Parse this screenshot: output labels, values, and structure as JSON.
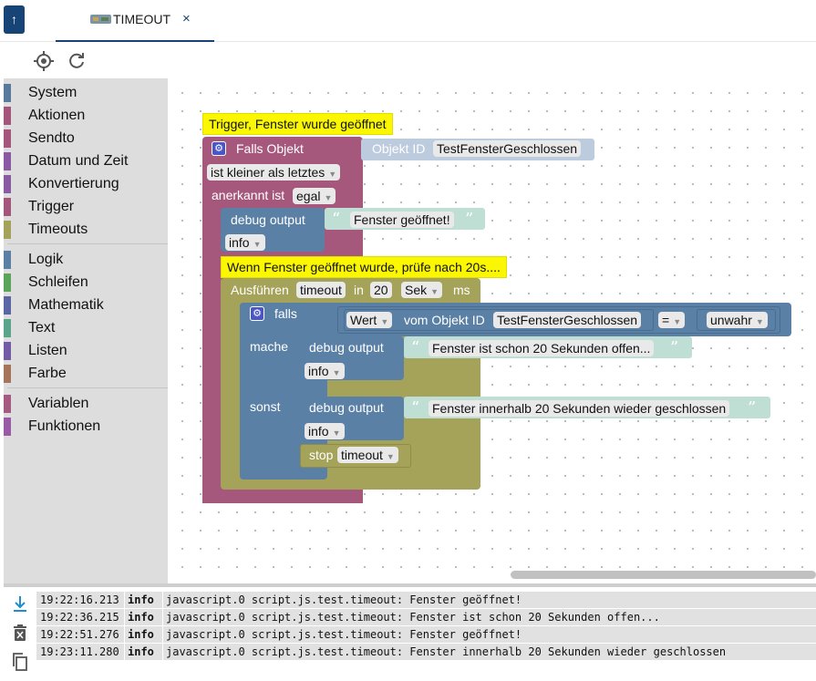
{
  "tab": {
    "title": "TIMEOUT",
    "close": "×",
    "back_icon": "arrow-up-icon"
  },
  "toolbar": {
    "target_icon": "crosshair-icon",
    "refresh_icon": "refresh-icon"
  },
  "categories": [
    {
      "label": "System",
      "color": "#5a7a9c"
    },
    {
      "label": "Aktionen",
      "color": "#a5577b"
    },
    {
      "label": "Sendto",
      "color": "#a5577b"
    },
    {
      "label": "Datum und Zeit",
      "color": "#8a5aa5"
    },
    {
      "label": "Konvertierung",
      "color": "#8a5aa5"
    },
    {
      "label": "Trigger",
      "color": "#a5577b"
    },
    {
      "label": "Timeouts",
      "color": "#a5a25a"
    },
    {
      "label": "Logik",
      "color": "#5b80a5"
    },
    {
      "label": "Schleifen",
      "color": "#5ba55b"
    },
    {
      "label": "Mathematik",
      "color": "#5b67a5"
    },
    {
      "label": "Text",
      "color": "#5ba58c"
    },
    {
      "label": "Listen",
      "color": "#745ba5"
    },
    {
      "label": "Farbe",
      "color": "#a5745b"
    },
    {
      "label": "Variablen",
      "color": "#a55b80"
    },
    {
      "label": "Funktionen",
      "color": "#995ba5"
    }
  ],
  "blocks": {
    "comment_trigger": "Trigger, Fenster wurde geöffnet",
    "falls_objekt": "Falls Objekt",
    "objekt_id_label": "Objekt ID",
    "objekt_id_value": "TestFensterGeschlossen",
    "condition": "ist kleiner als letztes",
    "anerkannt_label": "anerkannt ist",
    "anerkannt_value": "egal",
    "debug_output": "debug output",
    "msg_opened": "Fenster geöffnet!",
    "info": "info",
    "comment_timeout": "Wenn Fenster geöffnet wurde, prüfe nach 20s....",
    "ausfuehren": "Ausführen",
    "timeout_name": "timeout",
    "in": "in",
    "timeout_value": "20",
    "timeout_unit": "Sek",
    "ms": "ms",
    "falls": "falls",
    "wert": "Wert",
    "vom_objekt_id": "vom Objekt ID",
    "compare_op": "=",
    "compare_value": "unwahr",
    "mache": "mache",
    "msg_still_open": "Fenster ist schon 20 Sekunden offen...",
    "sonst": "sonst",
    "msg_closed": "Fenster innerhalb 20 Sekunden wieder geschlossen",
    "stop": "stop",
    "quote_open": "“",
    "quote_close": "”"
  },
  "log": [
    {
      "time": "19:22:16.213",
      "level": "info",
      "message": "javascript.0 script.js.test.timeout: Fenster geöffnet!"
    },
    {
      "time": "19:22:36.215",
      "level": "info",
      "message": "javascript.0 script.js.test.timeout: Fenster ist schon 20 Sekunden offen..."
    },
    {
      "time": "19:22:51.276",
      "level": "info",
      "message": "javascript.0 script.js.test.timeout: Fenster geöffnet!"
    },
    {
      "time": "19:23:11.280",
      "level": "info",
      "message": "javascript.0 script.js.test.timeout: Fenster innerhalb 20 Sekunden wieder geschlossen"
    }
  ],
  "log_tools": {
    "scroll_icon": "scroll-to-bottom-icon",
    "clear_icon": "trash-icon",
    "copy_icon": "copy-icon"
  },
  "colors": {
    "trigger": "#a5587c",
    "text": "#5b80a5",
    "timeout": "#a5a25a",
    "logic": "#5b80a5",
    "string": "#c0dfd4",
    "objid": "#bdcbde",
    "note": "#fbf703",
    "accent": "#164477"
  }
}
